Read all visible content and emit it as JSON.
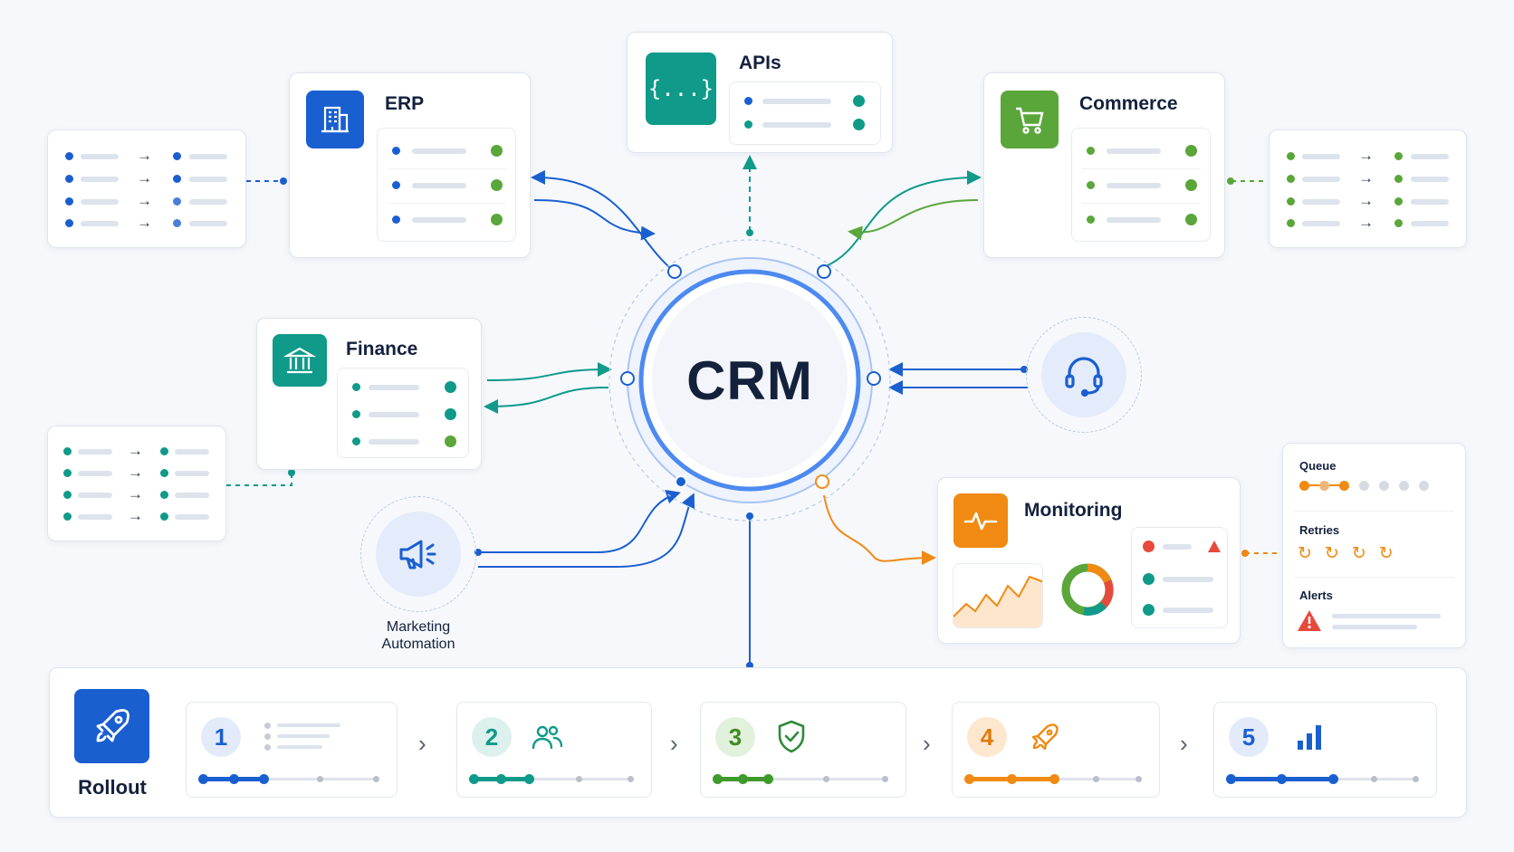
{
  "hub": {
    "label": "CRM"
  },
  "nodes": {
    "erp": {
      "title": "ERP",
      "icon": "building-icon"
    },
    "apis": {
      "title": "APIs",
      "icon_text": "{...}"
    },
    "commerce": {
      "title": "Commerce",
      "icon": "cart-icon"
    },
    "finance": {
      "title": "Finance",
      "icon": "bank-icon"
    },
    "monitoring": {
      "title": "Monitoring",
      "icon": "pulse-icon"
    },
    "support": {
      "icon": "headset-icon"
    },
    "marketing": {
      "label_line1": "Marketing",
      "label_line2": "Automation",
      "icon": "megaphone-icon"
    }
  },
  "status_panel": {
    "queue_label": "Queue",
    "retries_label": "Retries",
    "alerts_label": "Alerts"
  },
  "rollout": {
    "label": "Rollout",
    "steps": [
      {
        "num": "1",
        "icon": "list-icon",
        "progress": 0.35
      },
      {
        "num": "2",
        "icon": "users-icon",
        "progress": 0.35
      },
      {
        "num": "3",
        "icon": "shield-check-icon",
        "progress": 0.3
      },
      {
        "num": "4",
        "icon": "rocket-icon",
        "progress": 0.5
      },
      {
        "num": "5",
        "icon": "bar-chart-icon",
        "progress": 0.55
      }
    ]
  },
  "colors": {
    "blue": "#1a5fd0",
    "teal": "#0f9a8a",
    "green": "#5aa63a",
    "orange": "#f08a12",
    "red": "#e64a3c",
    "ring": "#4d8af0"
  }
}
